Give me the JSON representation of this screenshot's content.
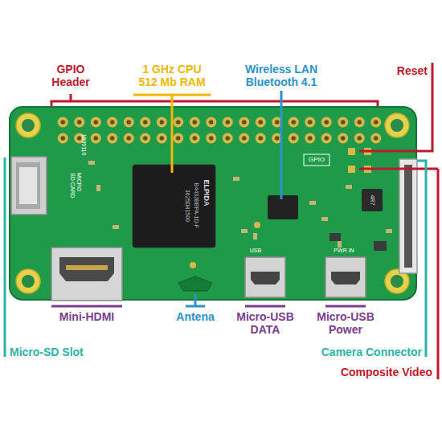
{
  "diagram": {
    "labels": [
      "GPIO Header",
      "1 GHz CPU 512 Mb RAM",
      "Wireless LAN Bluetooth 4.1",
      "Reset",
      "Mini-HDMI",
      "Antena",
      "Micro-USB DATA",
      "Micro-USB Power",
      "Micro-SD Slot",
      "Camera Connector",
      "Composite Video",
      "MICRO SD CARD",
      "1609110",
      "ELPIDA",
      "B4432BBPA-1D-F",
      "1625D81500",
      "USB",
      "PWR IN",
      "GPIO",
      "4R7"
    ]
  }
}
